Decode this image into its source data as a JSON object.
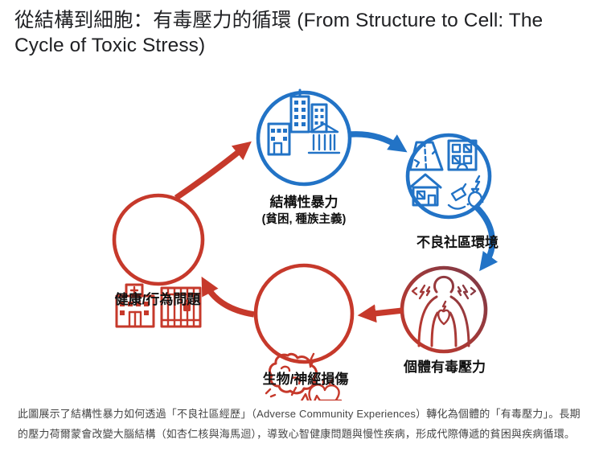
{
  "title": "從結構到細胞：有毒壓力的循環 (From Structure to Cell: The Cycle of Toxic Stress)",
  "diagram": {
    "nodes": [
      {
        "id": "structural-violence",
        "label": "結構性暴力",
        "sublabel": "(貧困, 種族主義)",
        "color": "blue",
        "icon": "city-buildings-icon"
      },
      {
        "id": "adverse-community-environment",
        "label": "不良社區環境",
        "color": "blue",
        "icon": "damaged-neighborhood-icon"
      },
      {
        "id": "individual-toxic-stress",
        "label": "個體有毒壓力",
        "color": "maroon-to-red-gradient",
        "icon": "stressed-person-icon"
      },
      {
        "id": "biological-neural-damage",
        "label": "生物/神經損傷",
        "color": "red",
        "icon": "brain-heart-icon"
      },
      {
        "id": "health-behavior-problems",
        "label": "健康/行為問題",
        "color": "red",
        "icon": "hospital-jail-icon"
      }
    ],
    "flow": [
      {
        "from": "structural-violence",
        "to": "adverse-community-environment",
        "color": "blue"
      },
      {
        "from": "adverse-community-environment",
        "to": "individual-toxic-stress",
        "color": "blue"
      },
      {
        "from": "individual-toxic-stress",
        "to": "biological-neural-damage",
        "color": "red"
      },
      {
        "from": "biological-neural-damage",
        "to": "health-behavior-problems",
        "color": "red"
      },
      {
        "from": "health-behavior-problems",
        "to": "structural-violence",
        "color": "red"
      }
    ]
  },
  "caption": "此圖展示了結構性暴力如何透過「不良社區經歷」（Adverse Community Experiences）轉化為個體的「有毒壓力」。長期的壓力荷爾蒙會改變大腦結構（如杏仁核與海馬迴），導致心智健康問題與慢性疾病，形成代際傳遞的貧困與疾病循環。",
  "colors": {
    "blue": "#2273C6",
    "red": "#C6392B",
    "maroon": "#7C3A48",
    "text": "#202124",
    "label_text": "#111111",
    "caption_text": "#454545",
    "background": "#FFFFFF"
  }
}
